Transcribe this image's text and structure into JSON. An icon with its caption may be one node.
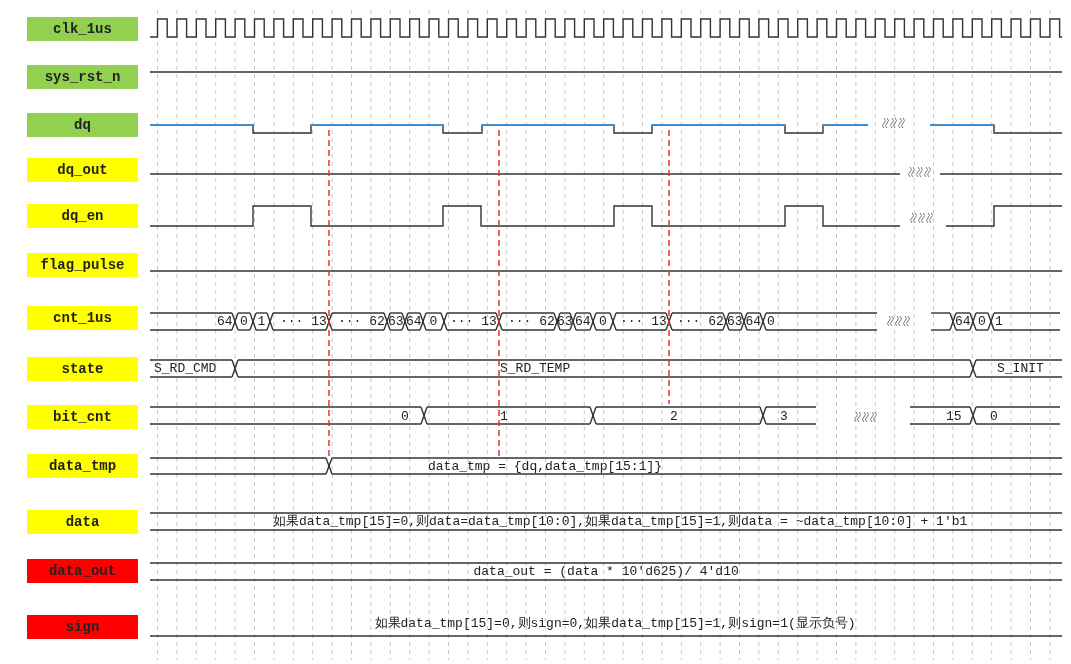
{
  "diagram": {
    "nodes": [
      {
        "text": [
          "clk_1us"
        ]
      },
      {
        "text": [
          "sys_rst_n"
        ]
      },
      {
        "text": [
          "dq"
        ]
      },
      {
        "text": [
          "dq_out"
        ]
      },
      {
        "text": [
          "dq_en"
        ]
      },
      {
        "text": [
          "flag_pulse"
        ]
      },
      {
        "text": [
          "cnt_1us"
        ]
      },
      {
        "text": [
          "state"
        ]
      },
      {
        "text": [
          "bit_cnt"
        ]
      },
      {
        "text": [
          "data_tmp"
        ]
      },
      {
        "text": [
          "data"
        ]
      },
      {
        "text": [
          "data_out"
        ]
      },
      {
        "text": [
          "sign"
        ]
      }
    ],
    "labels": [
      "64",
      "0",
      "1",
      "··· 13",
      "··· 62",
      "63",
      "64",
      "0",
      "··· 13",
      "··· 62",
      "63",
      "64",
      "0",
      "··· 13",
      "··· 62",
      "63",
      "64",
      "0",
      "64",
      "0",
      "1",
      "S_RD_CMD",
      "S_RD_TEMP",
      "S_INIT",
      "0",
      "1",
      "2",
      "3",
      "15",
      "0",
      "data_tmp = {dq,data_tmp[15:1]}",
      "如果data_tmp[15]=0,则data=data_tmp[10:0],如果data_tmp[15]=1,则data = ~data_tmp[10:0] + 1'b1",
      "data_out = (data * 10'd625)/ 4'd10",
      "如果data_tmp[15]=0,则sign=0,如果data_tmp[15]=1,则sign=1(显示负号)"
    ]
  }
}
